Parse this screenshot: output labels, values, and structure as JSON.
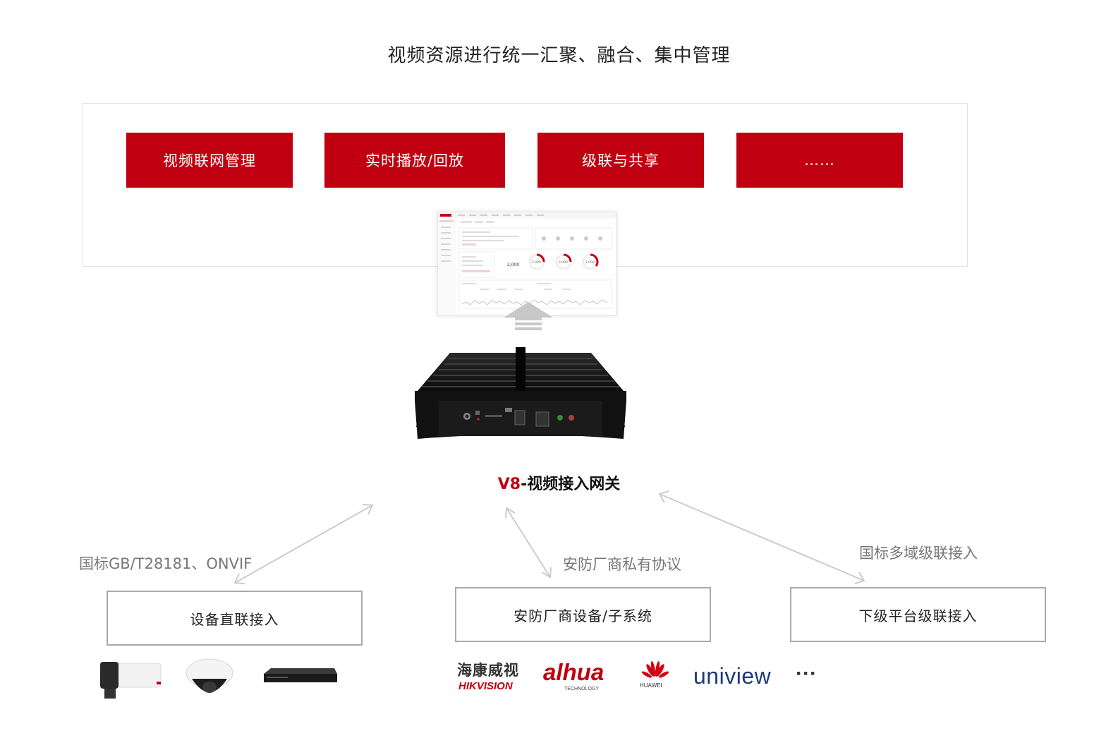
{
  "header": {
    "title": "视频资源进行统一汇聚、融合、集中管理"
  },
  "functions": [
    {
      "label": "视频联网管理"
    },
    {
      "label": "实时播放/回放"
    },
    {
      "label": "级联与共享"
    },
    {
      "label": "……"
    }
  ],
  "device": {
    "accent": "V8",
    "name": "-视频接入网关"
  },
  "protocols": {
    "left": "国标GB/T28181、ONVIF",
    "middle": "安防厂商私有协议",
    "right": "国标多域级联接入"
  },
  "access_boxes": {
    "left": "设备直联接入",
    "middle": "安防厂商设备/子系统",
    "right": "下级平台级联接入"
  },
  "brands": {
    "hikvision_cn": "海康威视",
    "hikvision_en": "HIKVISION",
    "dahua": "alhua",
    "dahua_sub": "TECHNOLOGY",
    "huawei": "HUAWEI",
    "uniview": "uniview",
    "more": "···"
  },
  "dashboard": {
    "values": [
      "2,000",
      "2,000",
      "2,000",
      "2,000"
    ]
  },
  "colors": {
    "accent": "#c00010",
    "arrow": "#c8c8c8",
    "border": "#aaaaaa"
  }
}
